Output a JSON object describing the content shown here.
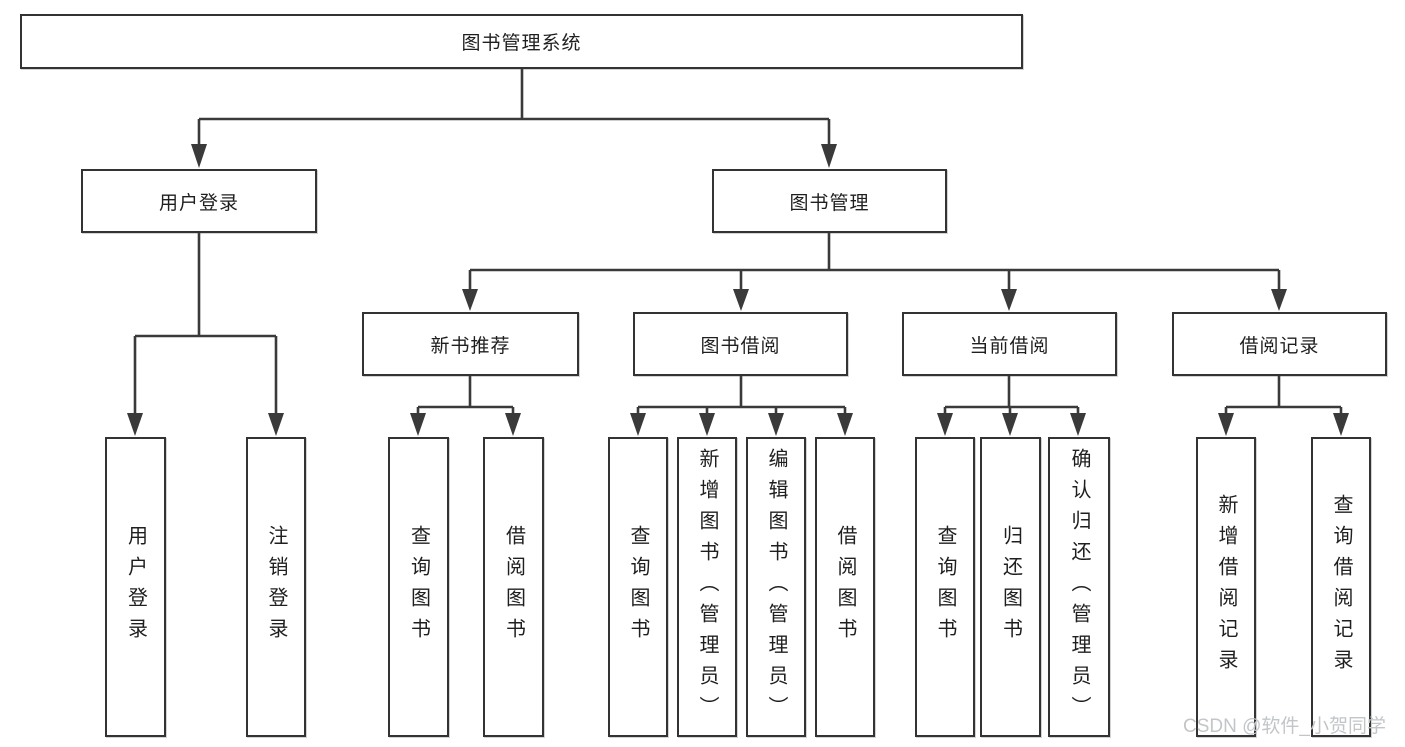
{
  "tree": {
    "root": "图书管理系统",
    "branches": [
      {
        "label": "用户登录",
        "leaves": [
          "用户登录",
          "注销登录"
        ]
      },
      {
        "label": "图书管理",
        "groups": [
          {
            "label": "新书推荐",
            "leaves": [
              "查询图书",
              "借阅图书"
            ]
          },
          {
            "label": "图书借阅",
            "leaves": [
              "查询图书",
              "新增图书（管理员）",
              "编辑图书（管理员）",
              "借阅图书"
            ]
          },
          {
            "label": "当前借阅",
            "leaves": [
              "查询图书",
              "归还图书",
              "确认归还（管理员）"
            ]
          },
          {
            "label": "借阅记录",
            "leaves": [
              "新增借阅记录",
              "查询借阅记录"
            ]
          }
        ]
      }
    ]
  },
  "watermark": "CSDN @软件_小贺同学",
  "colors": {
    "line": "#3a3a3a",
    "box-border": "#333333",
    "text": "#1f1f1f",
    "watermark": "#c2c6c9",
    "bg": "#ffffff"
  }
}
